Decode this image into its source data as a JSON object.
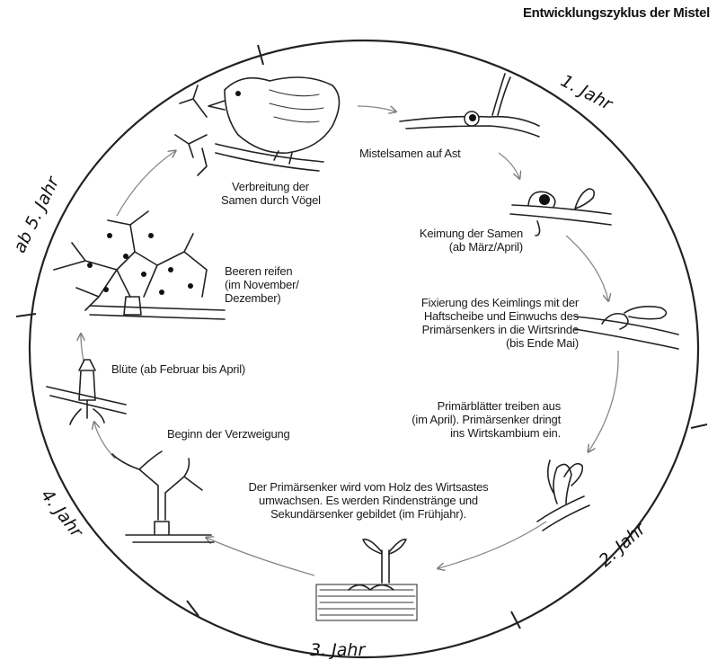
{
  "title": "Entwicklungszyklus der Mistel",
  "years": {
    "y1": "1. Jahr",
    "y2": "2. Jahr",
    "y3": "3. Jahr",
    "y4": "4. Jahr",
    "y5": "ab 5. Jahr"
  },
  "stages": {
    "samen_auf_ast": "Mistelsamen auf Ast",
    "keimung": "Keimung der Samen\n(ab März/April)",
    "fixierung": "Fixierung des Keimlings mit der\nHaftscheibe und Einwuchs des\nPrimärsenkers in die Wirtsrinde\n(bis Ende Mai)",
    "primaerblaetter": "Primärblätter treiben aus\n(im April). Primärsenker dringt\nins Wirtskambium ein.",
    "primaersenker": "Der Primärsenker wird vom Holz des Wirtsastes\numwachsen. Es werden Rindenstränge und\nSekundärsenker gebildet (im Frühjahr).",
    "verzweigung": "Beginn der Verzweigung",
    "bluete": "Blüte (ab Februar bis April)",
    "beeren": "Beeren reifen\n(im November/\nDezember)",
    "verbreitung": "Verbreitung der\nSamen durch Vögel"
  },
  "icons": [
    "bird-drawing",
    "seed-on-branch-drawing",
    "germination-drawing",
    "holdfast-drawing",
    "primary-leaves-drawing",
    "sinker-drawing",
    "branching-drawing",
    "flower-drawing",
    "berries-drawing",
    "bird-dispersal-drawing"
  ]
}
